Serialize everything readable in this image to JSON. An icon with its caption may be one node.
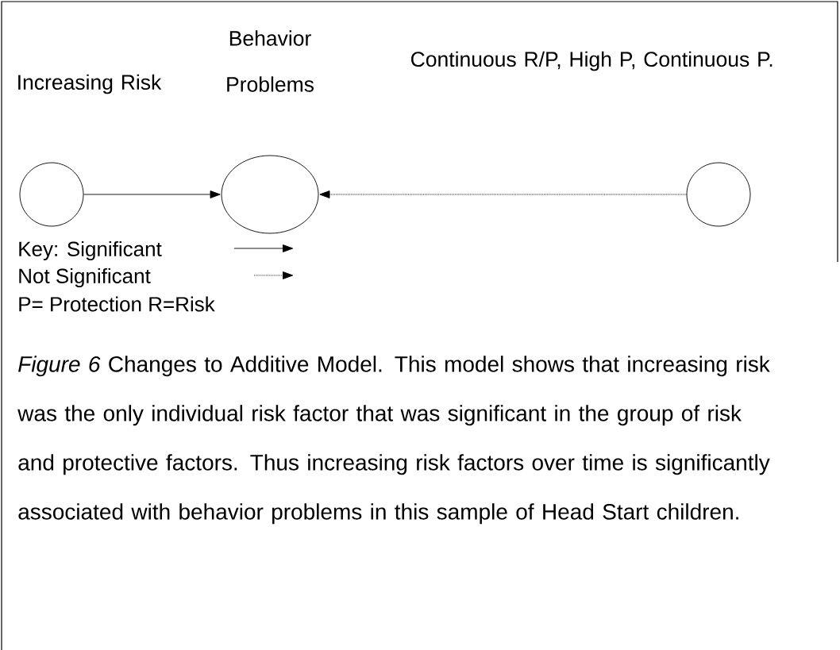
{
  "diagram": {
    "caption": "*Figure 6* Changes to Additive Model. This model shows that increasing risk was the only individual risk factor that was significant in the group of risk and protective factors. Thus increasing risk factors over time is significantly associated with behavior problems in this sample of Head Start children.",
    "nodes": [
      {
        "text": [
          "Increasing Risk"
        ]
      },
      {
        "text": [
          "Behavior Problems"
        ]
      },
      {
        "text": [
          "Continuous R/P, High P, Continuous P."
        ]
      }
    ],
    "edges": [
      {
        "from": 0,
        "to": 1,
        "arrow": "to"
      },
      {
        "from": 2,
        "to": 1,
        "arrow": "to",
        "style": "dashed"
      }
    ],
    "labels": [
      "P= Protection R=Risk"
    ],
    "legend": [
      {
        "text": "Key: Significant"
      },
      {
        "text": "Not Significant"
      }
    ]
  }
}
